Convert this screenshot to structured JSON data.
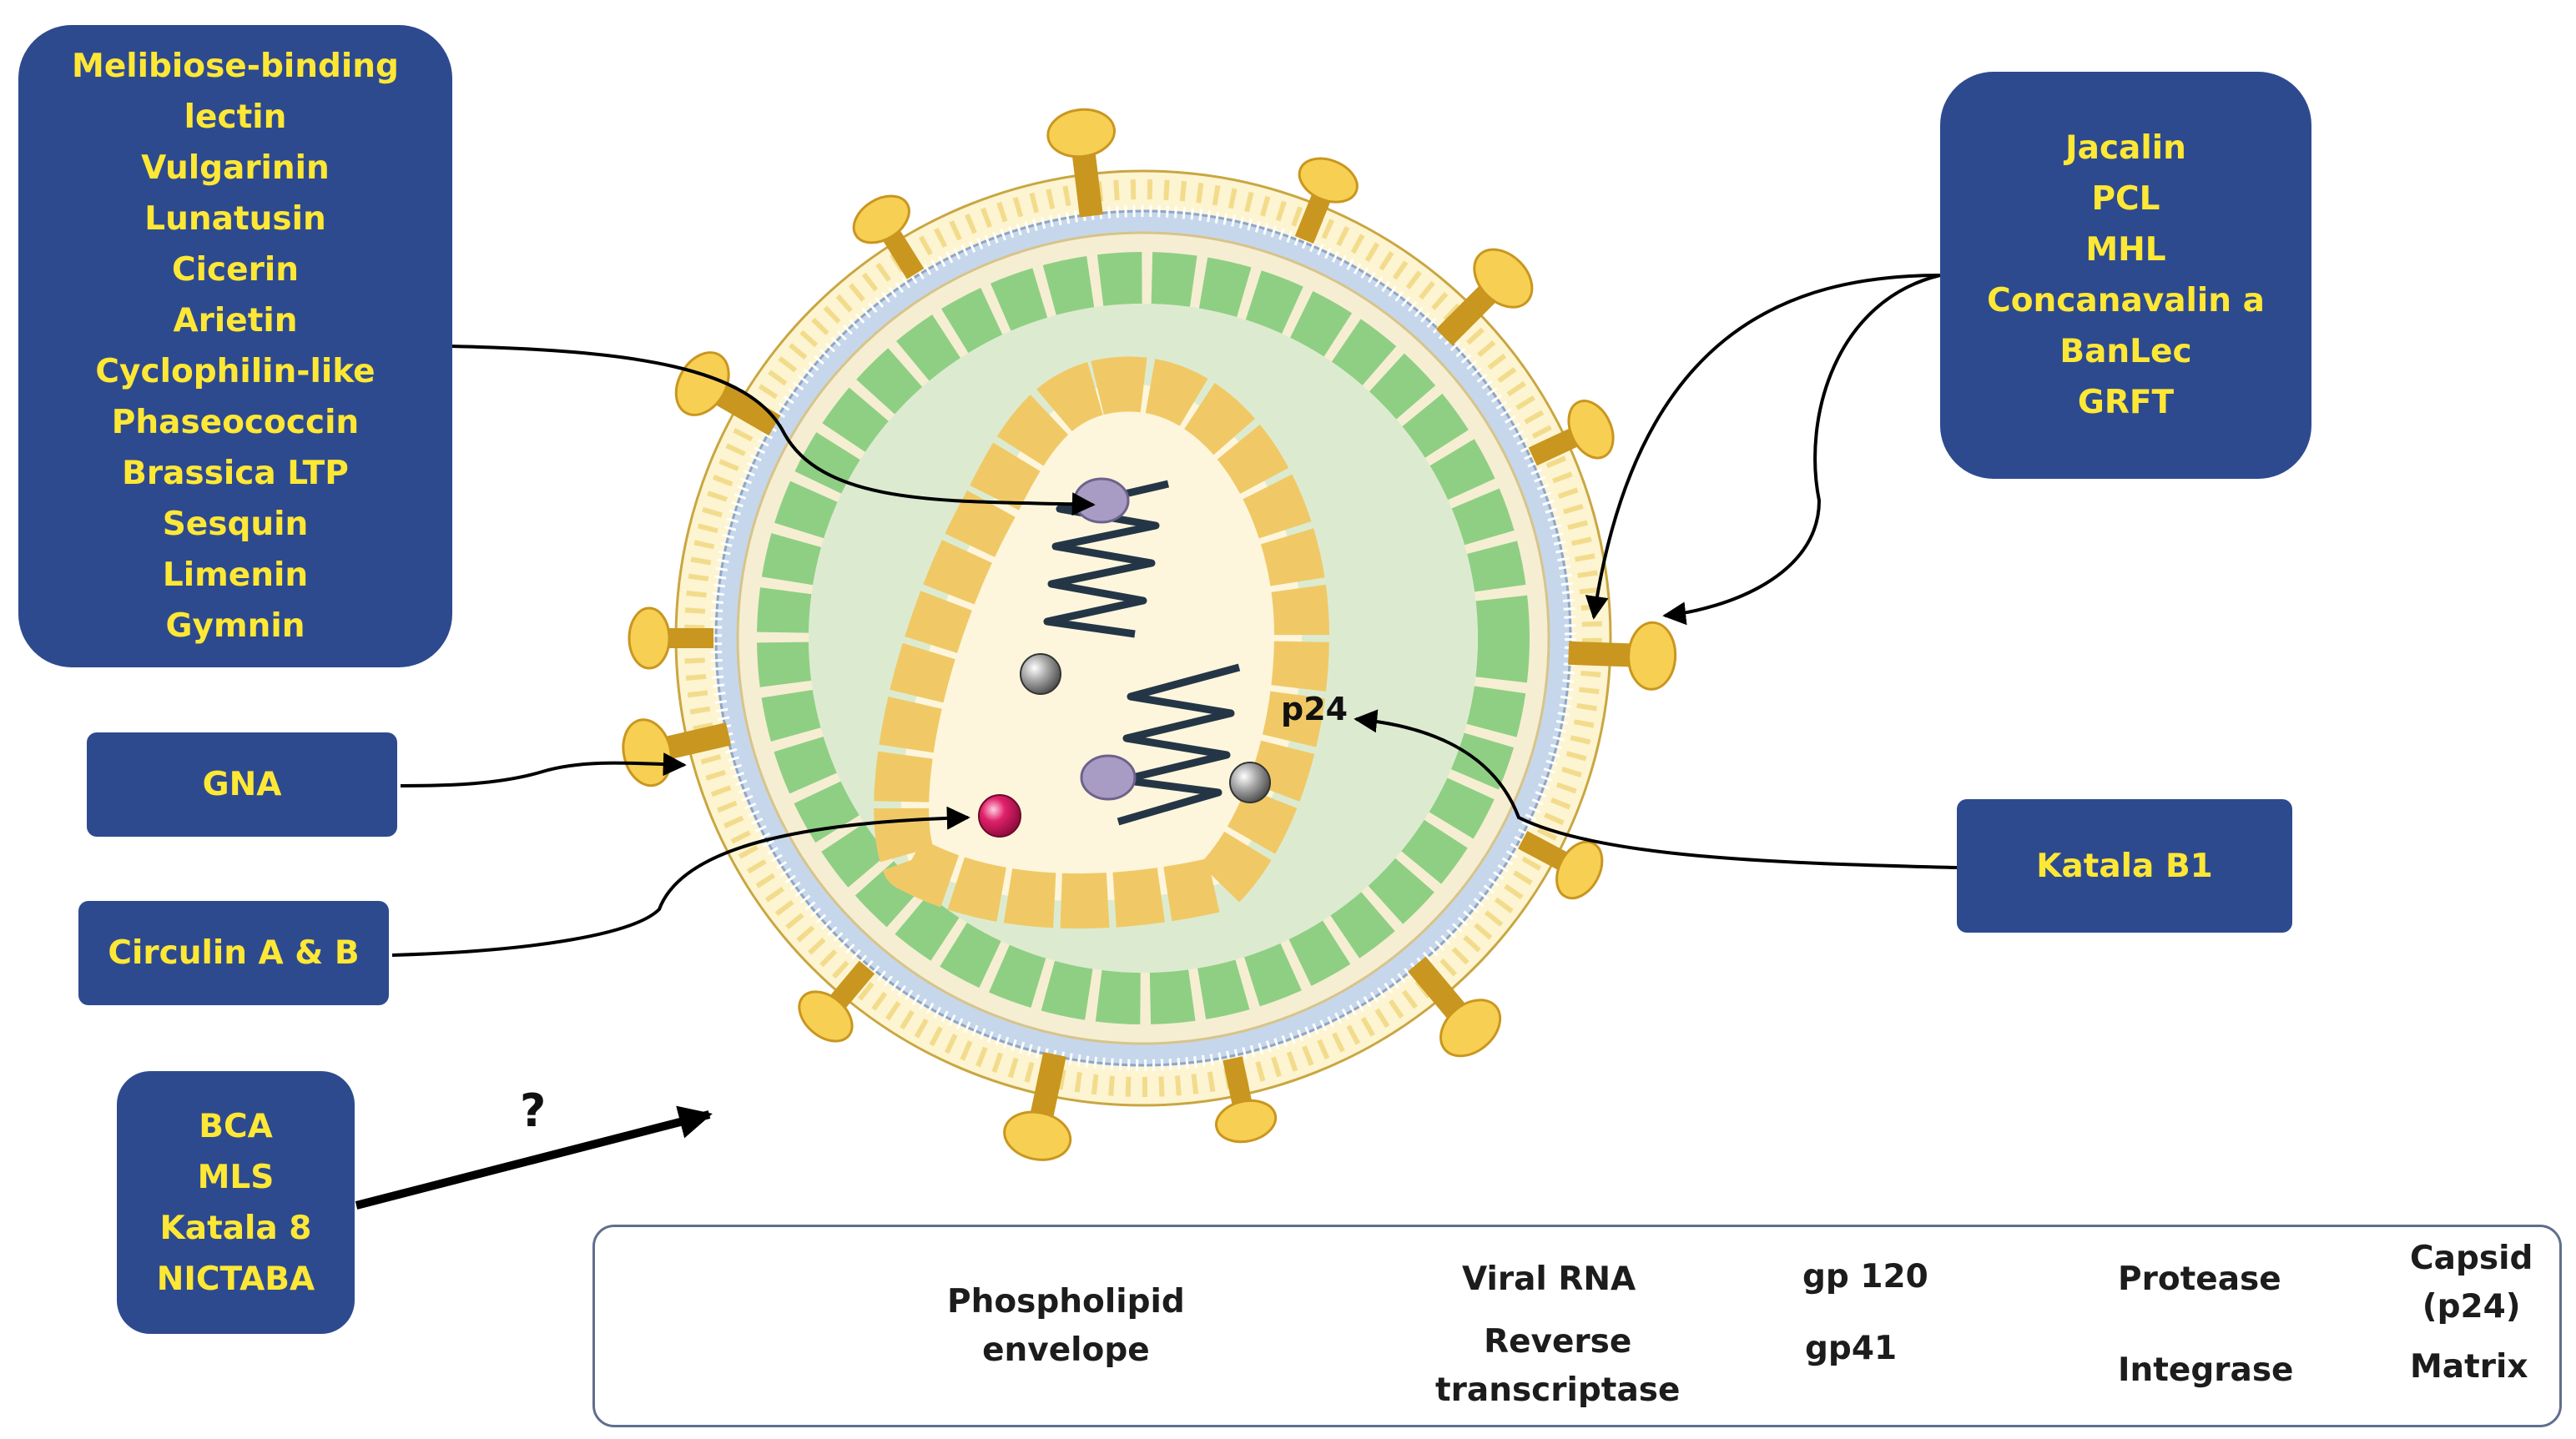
{
  "boxes": {
    "top_left": [
      "Melibiose-binding",
      "lectin",
      "Vulgarinin",
      "Lunatusin",
      "Cicerin",
      "Arietin",
      "Cyclophilin-like",
      "Phaseococcin",
      "Brassica LTP",
      "Sesquin",
      "Limenin",
      "Gymnin"
    ],
    "gna": "GNA",
    "circulin": "Circulin A & B",
    "bottom_left": [
      "BCA",
      "MLS",
      "Katala 8",
      "NICTABA"
    ],
    "top_right": [
      "Jacalin",
      "PCL",
      "MHL",
      "Concanavalin a",
      "BanLec",
      "GRFT"
    ],
    "katala": "Katala B1"
  },
  "labels": {
    "p24": "p24",
    "question": "?"
  },
  "legend": {
    "phospholipid": [
      "Phospholipid",
      "envelope"
    ],
    "viral_rna": "Viral RNA",
    "reverse_transcriptase": [
      "Reverse",
      "transcriptase"
    ],
    "gp120": "gp 120",
    "gp41": "gp41",
    "protease": "Protease",
    "integrase": "Integrase",
    "capsid": [
      "Capsid",
      "(p24)"
    ],
    "matrix": "Matrix"
  },
  "colors": {
    "box_fill": "#2e4a8f",
    "box_text": "#ffe835",
    "capsid": "#fde9a4",
    "matrix": "#8fcf84",
    "gp": "#c9961f",
    "gp_cap": "#f7cf52",
    "protease": "#d4145a",
    "integrase": "#8f8f8f",
    "reverse_transcriptase": "#a99cc4",
    "membrane": "#c6d7ec"
  }
}
